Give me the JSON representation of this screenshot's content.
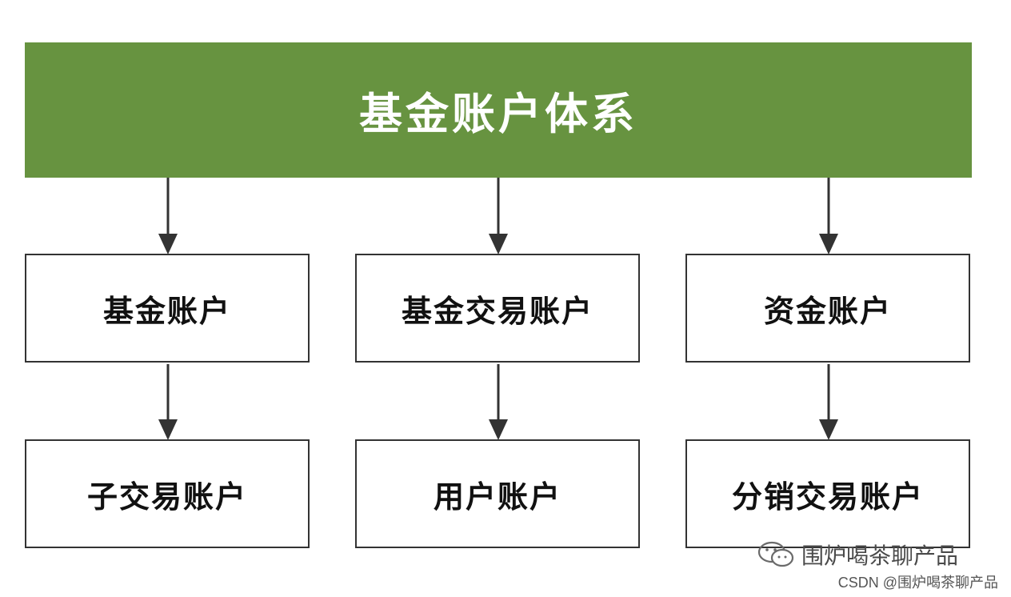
{
  "diagram": {
    "title": "基金账户体系",
    "columns": [
      {
        "top_label": "基金账户",
        "bottom_label": "子交易账户"
      },
      {
        "top_label": "基金交易账户",
        "bottom_label": "用户账户"
      },
      {
        "top_label": "资金账户",
        "bottom_label": "分销交易账户"
      }
    ]
  },
  "colors": {
    "title_bg": "#679340",
    "title_text": "#ffffff",
    "box_border": "#333333",
    "arrow": "#333333"
  },
  "watermark": {
    "icon": "wechat-icon",
    "text": "围炉喝茶聊产品",
    "credit": "CSDN @围炉喝茶聊产品"
  }
}
